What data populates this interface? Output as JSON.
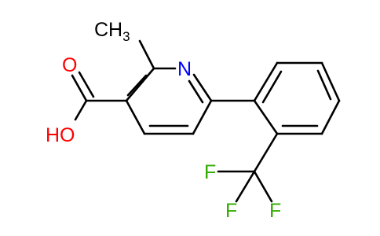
{
  "molecule": {
    "labels": {
      "methyl": "CH",
      "methyl_sub": "3",
      "ring_nitrogen": "N",
      "carbonyl_oxygen": "O",
      "hydroxyl": "HO",
      "fluorine_left": "F",
      "fluorine_bottom": "F",
      "fluorine_right": "F"
    },
    "colors": {
      "bond": "#000000",
      "oxygen": "#ff0000",
      "nitrogen": "#0000ff",
      "fluorine": "#33aa00",
      "carbon_label": "#000000",
      "background": "#ffffff"
    }
  }
}
